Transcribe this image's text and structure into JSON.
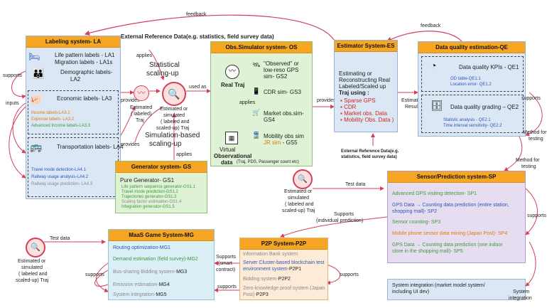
{
  "colors": {
    "header": "#f6a623",
    "la_bg": "#dbe7f5",
    "os_bg": "#dff2d5",
    "es_bg": "#dbe7f5",
    "qe_bg": "#dbe7f5",
    "gs_bg": "#dff2d5",
    "sp_bg": "#e6def0",
    "mg_bg": "#dbeff7",
    "p2p_bg": "#fdebd7",
    "si_bg": "#dbe7f5",
    "arrow": "#d4405a",
    "orange_arrow": "#e8761c"
  },
  "feedback_top": "feedback",
  "feedback_right": "feedback",
  "la": {
    "title": "Labeling system- LA",
    "life": "Life pattern labels - LA1",
    "migration": "Migration labels - LA1s",
    "demographic": "Demographic labels-",
    "demographic2": "LA2",
    "economic": "Economic labels- LA3",
    "income": "Income labels-LA3.1",
    "expense": "Expense labels- LA3.2",
    "adv_income": "Advanced Income labels-LA3.3",
    "transport": "Transportation labels- LA4",
    "travel_mode": "Travel mode detection-LA4.1",
    "railway": "Railway usage analysis-LA4.2",
    "railway_pred": "Railway usage prediction- LA4.3"
  },
  "left_labels": {
    "supports": "supports",
    "inputs": "inputs"
  },
  "ext_ref_top": "External Reference Data(e.g. statistics, field survey data)",
  "applies_top": "applies",
  "stat_scaling": "Statistical",
  "stat_scaling2": "scaling-up",
  "provides_la": "provides",
  "estimated_labeled": "Estimated",
  "estimated_labeled2": "( labeled)",
  "estimated_labeled3": "Traj",
  "est_sim": "Estimated or",
  "est_sim2": "simulated",
  "est_sim3": "( labeled and",
  "est_sim4": "scaled-up) Traj",
  "sim_based": "Simulation-based",
  "sim_based2": "scaling-up",
  "provides_gs": "provides",
  "applies_gs": "applies",
  "used_as": "used as",
  "os": {
    "title": "Obs.Simulator system- OS",
    "real_traj": "Real Traj",
    "gps": "\"Observed\" or",
    "gps2": "low-reso GPS",
    "gps3": "sim- GS2",
    "cdr": "CDR sim- GS3",
    "applies": "applies",
    "market": "Market obs.sim-",
    "market2": "GS4",
    "mobility": "Mobility obs sim",
    "jr": "JR sim",
    "jr2": " - GS5",
    "virtual": "Virtual",
    "observational": "Observational",
    "data": "data",
    "data_note": "(Traj, PDS, Passenger count etc)"
  },
  "provides_es": "provides",
  "es": {
    "title": "Estimator System-ES",
    "line1": "Estimating or",
    "line2": "Reconstructing Real",
    "line3": "Labeled/Scaled up",
    "line4": "Traj using :",
    "items": [
      "Sparse GPS",
      "CDR",
      "Market obs. Data",
      "Mobility Obs. Data )"
    ]
  },
  "estimation_results": "Estimation",
  "estimation_results2": "Results",
  "ext_ref_mid": "External Reference Data(e.g.",
  "ext_ref_mid2": "statistics, field survey data)",
  "qe": {
    "title": "Data quality estimation-QE",
    "kpi": "Data quality KPIs - QE1",
    "od": "OD table-QE1.1",
    "loc": "Location error- QE1.2",
    "grading": "Data quality grading – QE2",
    "stat": "Statistic analysis - QE2.1",
    "time": "Time interval sensitivity- QE2.2"
  },
  "supports_qe": "supports",
  "method_testing": "Method for",
  "method_testing2": "testing",
  "method_testing3": "Method for",
  "method_testing4": "testing",
  "gs": {
    "title": "Generator system- GS",
    "pure": "Pure Generator- GS1",
    "items": [
      "Life pattern sequence generator-GS1.1",
      "Travel mode prediction-GS1.2",
      "Trajectories generator-GS1.3",
      "Scaling factor estimation-GS1.4",
      "Integration generator-GS1.5"
    ]
  },
  "sp": {
    "title": "Sensor/Prediction system-SP",
    "item1": "Advanced GPS visiting detection- SP1",
    "item2a": "GPS Data → Counting data prediction (entire station,",
    "item2b": "shopping mall)- SP2",
    "item3": "Sensor counting- SP3",
    "item4": "Mobile phone sensor data mining (Japan Post)- SP4",
    "item5a": "GPS Data → Counting data prediction (one indoor",
    "item5b": "store in the shopping mall)- SP5"
  },
  "test_data_mid": "Test data",
  "est_sim_mid": "Estimated or",
  "est_sim_mid2": "simulated",
  "est_sim_mid3": "( labeled and",
  "est_sim_mid4": "scaled-up) Traj",
  "supports_right": "supports",
  "supports_pred": "Supports",
  "supports_pred2": "(individual prediction)",
  "mg": {
    "title": "MaaS Game System-MG",
    "item1": "Routing optimization-MG1",
    "item2": "Demand estimation (field survey)-MG2",
    "item3a": "Bus-sharing Bidding system-",
    "item3b": "MG3",
    "item4a": "Emission estimation-",
    "item4b": "MG4",
    "item5a": "System integration-",
    "item5b": "MG5"
  },
  "test_data_left": "Test data",
  "est_sim_left": "Estimated or",
  "est_sim_left2": "simulated",
  "est_sim_left3": "( labeled and",
  "est_sim_left4": "scaled-up) Traj",
  "supports_mg": "supports",
  "supports_smart": "Supports",
  "supports_smart2": "(smart",
  "supports_smart3": "contract)",
  "supports_p2p": "supports",
  "supports_p2p2": "supports",
  "p2p": {
    "title": "P2P System-P2P",
    "item1": "Information Bank system",
    "item2a": "Server Cluster-based blockchain test",
    "item2b": "environment system-",
    "item2c": "P2P1",
    "item3a": "Bidding system-",
    "item3b": "P2P2",
    "item4a": "Zero-knowledge proof system (Japan",
    "item4b": "Post)-",
    "item4c": "P2P3"
  },
  "si": {
    "line1": "System integration (market model system/",
    "line2": "including UI dev)"
  },
  "system_integration": "System",
  "system_integration2": "integration"
}
